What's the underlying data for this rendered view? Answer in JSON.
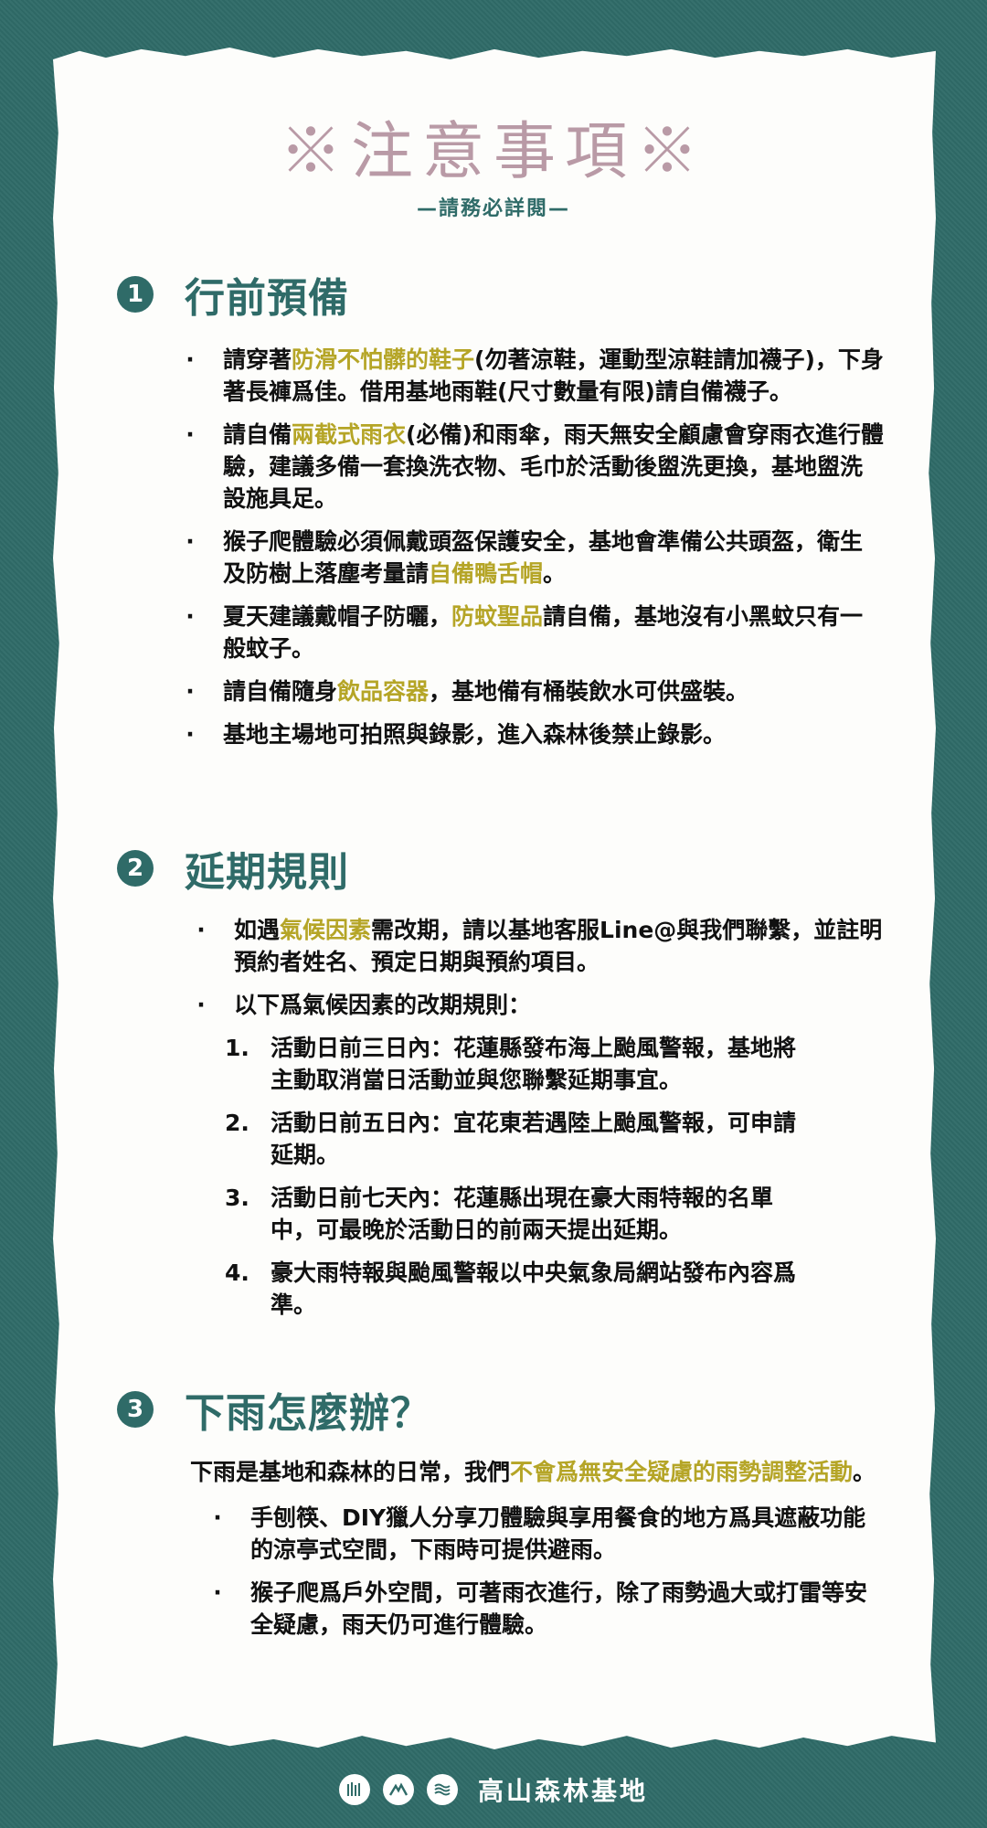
{
  "header": {
    "title": "※注意事項※",
    "subtitle": "—請務必詳閱—"
  },
  "colors": {
    "background": "#2f6b68",
    "paper": "#fdfdfb",
    "title": "#b99aa6",
    "highlight": "#b5a527",
    "text": "#111111"
  },
  "sections": [
    {
      "number": "1",
      "title": "行前預備",
      "items": [
        {
          "bullet": "·",
          "pre": "請穿著",
          "hl": "防滑不怕髒的鞋子",
          "post": "(勿著涼鞋，運動型涼鞋請加襪子)，下身著長褲爲佳。借用基地雨鞋(尺寸數量有限)請自備襪子。"
        },
        {
          "bullet": "·",
          "pre": "請自備",
          "hl": "兩截式雨衣",
          "post": "(必備)和雨傘，雨天無安全顧慮會穿雨衣進行體驗，建議多備一套換洗衣物、毛巾於活動後盥洗更換，基地盥洗設施具足。"
        },
        {
          "bullet": "·",
          "pre": "猴子爬體驗必須佩戴頭盔保護安全，基地會準備公共頭盔，衛生及防樹上落塵考量請",
          "hl": "自備鴨舌帽",
          "post": "。"
        },
        {
          "bullet": "·",
          "pre": "夏天建議戴帽子防曬，",
          "hl": "防蚊聖品",
          "post": "請自備，基地沒有小黑蚊只有一般蚊子。"
        },
        {
          "bullet": "·",
          "pre": "請自備隨身",
          "hl": "飲品容器",
          "post": "，基地備有桶裝飲水可供盛裝。"
        },
        {
          "bullet": "·",
          "pre": "基地主場地可拍照與錄影，進入森林後禁止錄影。",
          "hl": "",
          "post": ""
        }
      ]
    },
    {
      "number": "2",
      "title": "延期規則",
      "items": [
        {
          "bullet": "·",
          "pre": "如遇",
          "hl": "氣候因素",
          "post": "需改期，請以基地客服Line@與我們聯繫，並註明預約者姓名、預定日期與預約項目。"
        },
        {
          "bullet": "·",
          "pre": "以下爲氣候因素的改期規則：",
          "hl": "",
          "post": ""
        }
      ],
      "rules": [
        {
          "num": "1.",
          "text": "活動日前三日內：花蓮縣發布海上颱風警報，基地將主動取消當日活動並與您聯繫延期事宜。"
        },
        {
          "num": "2.",
          "text": "活動日前五日內：宜花東若遇陸上颱風警報，可申請延期。"
        },
        {
          "num": "3.",
          "text": "活動日前七天內：花蓮縣出現在豪大雨特報的名單中，可最晚於活動日的前兩天提出延期。"
        },
        {
          "num": "4.",
          "text": "豪大雨特報與颱風警報以中央氣象局網站發布內容爲準。"
        }
      ]
    },
    {
      "number": "3",
      "title": "下雨怎麼辦？",
      "intro": {
        "pre": "下雨是基地和森林的日常，我們",
        "hl": "不會爲無安全疑慮的雨勢調整活動",
        "post": "。"
      },
      "items": [
        {
          "bullet": "·",
          "pre": "手刨筷、DIY獵人分享刀體驗與享用餐食的地方爲具遮蔽功能的涼亭式空間，下雨時可提供避雨。",
          "hl": "",
          "post": ""
        },
        {
          "bullet": "·",
          "pre": "猴子爬爲戶外空間，可著雨衣進行，除了雨勢過大或打雷等安全疑慮，雨天仍可進行體驗。",
          "hl": "",
          "post": ""
        }
      ]
    }
  ],
  "footer": {
    "icons": [
      "forest-logo-icon",
      "mountain-logo-icon",
      "water-logo-icon"
    ],
    "brand": "高山森林基地"
  }
}
